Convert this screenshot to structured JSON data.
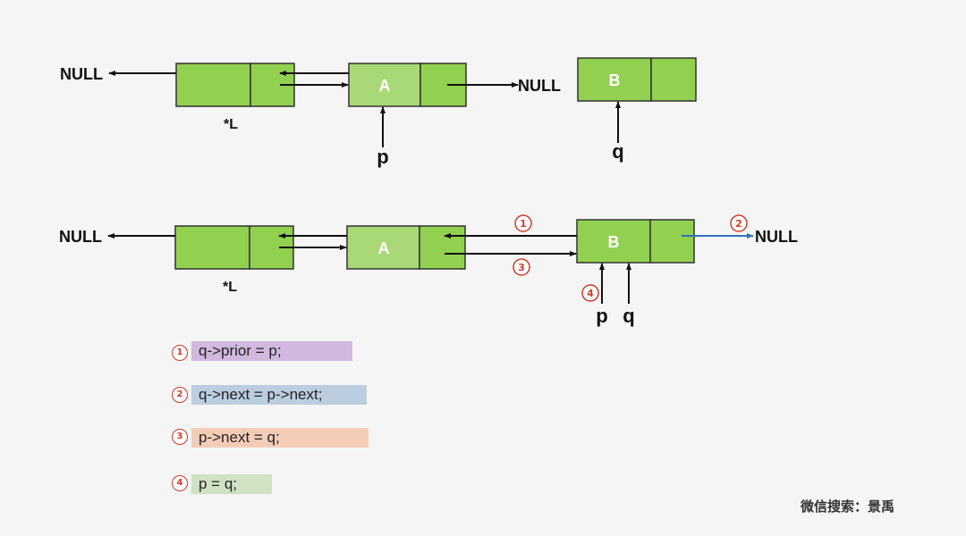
{
  "diagram": {
    "top": {
      "null_left": "NULL",
      "node_A": "A",
      "null_right": "NULL",
      "node_B": "B",
      "head_label": "*L",
      "pointer_p": "p",
      "pointer_q": "q"
    },
    "bottom": {
      "null_left": "NULL",
      "node_A": "A",
      "node_B": "B",
      "null_right": "NULL",
      "head_label": "*L",
      "pointer_p": "p",
      "pointer_q": "q",
      "markers": [
        "1",
        "2",
        "3",
        "4"
      ]
    }
  },
  "code": [
    {
      "step": "1",
      "text": "q->prior = p;",
      "color": "#d1b8de"
    },
    {
      "step": "2",
      "text": "q->next = p->next;",
      "color": "#bccde0"
    },
    {
      "step": "3",
      "text": "p->next = q;",
      "color": "#f5cdb7"
    },
    {
      "step": "4",
      "text": "p = q;",
      "color": "#cfe2c4"
    }
  ],
  "watermark": "微信搜索：景禹",
  "colors": {
    "node_fill": "#92d050",
    "node_A_fill": "#a9d976",
    "node_border": "#333333",
    "arrow": "#111111",
    "arrow_blue": "#2e75b6",
    "marker_red": "#d23a2a"
  }
}
